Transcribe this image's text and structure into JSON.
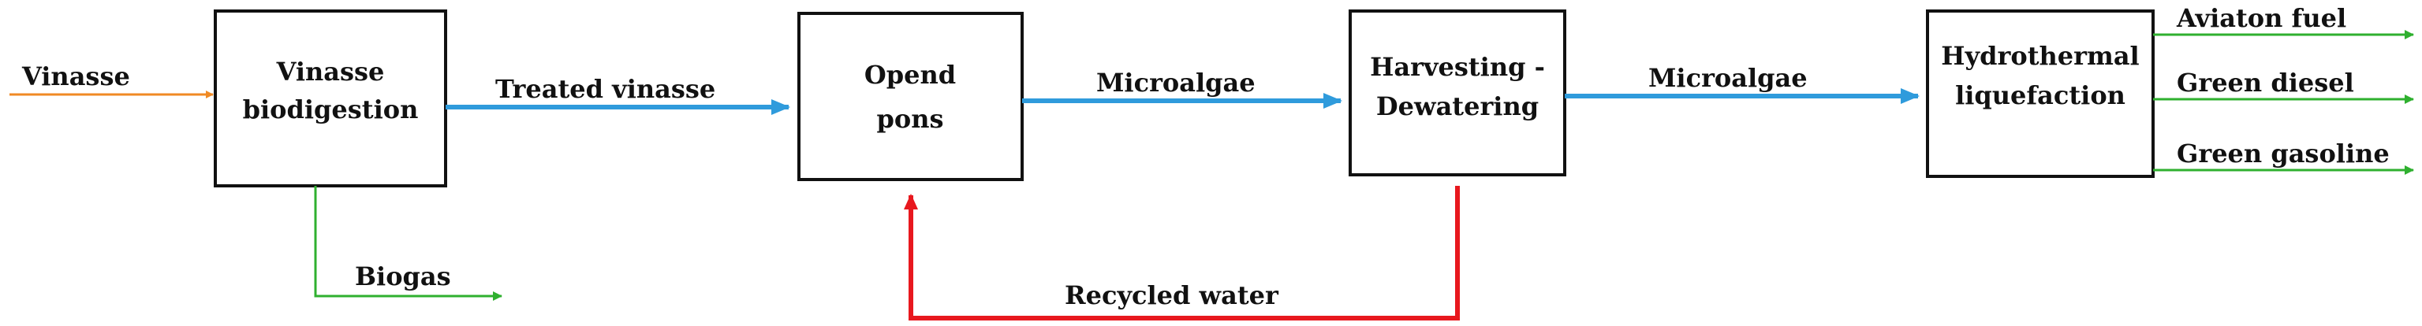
{
  "colors": {
    "input_arrow": "#f08a24",
    "main_flow": "#2f9bdc",
    "product_flow": "#2fb02f",
    "recycle_flow": "#e8181e",
    "box_stroke": "#111111",
    "text": "#111111"
  },
  "inputs": {
    "vinasse": "Vinasse"
  },
  "boxes": {
    "biodigestion": {
      "line1": "Vinasse",
      "line2": "biodigestion"
    },
    "ponds": {
      "line1": "Opend",
      "line2": "pons"
    },
    "harvesting": {
      "line1": "Harvesting -",
      "line2": "Dewatering"
    },
    "htl": {
      "line1": "Hydrothermal",
      "line2": "liquefaction"
    }
  },
  "flows": {
    "treated_vinasse": "Treated vinasse",
    "microalgae_1": "Microalgae",
    "microalgae_2": "Microalgae",
    "biogas": "Biogas",
    "recycled_water": "Recycled water"
  },
  "outputs": {
    "aviation_fuel": "Aviaton fuel",
    "green_diesel": "Green diesel",
    "green_gasoline": "Green gasoline"
  }
}
